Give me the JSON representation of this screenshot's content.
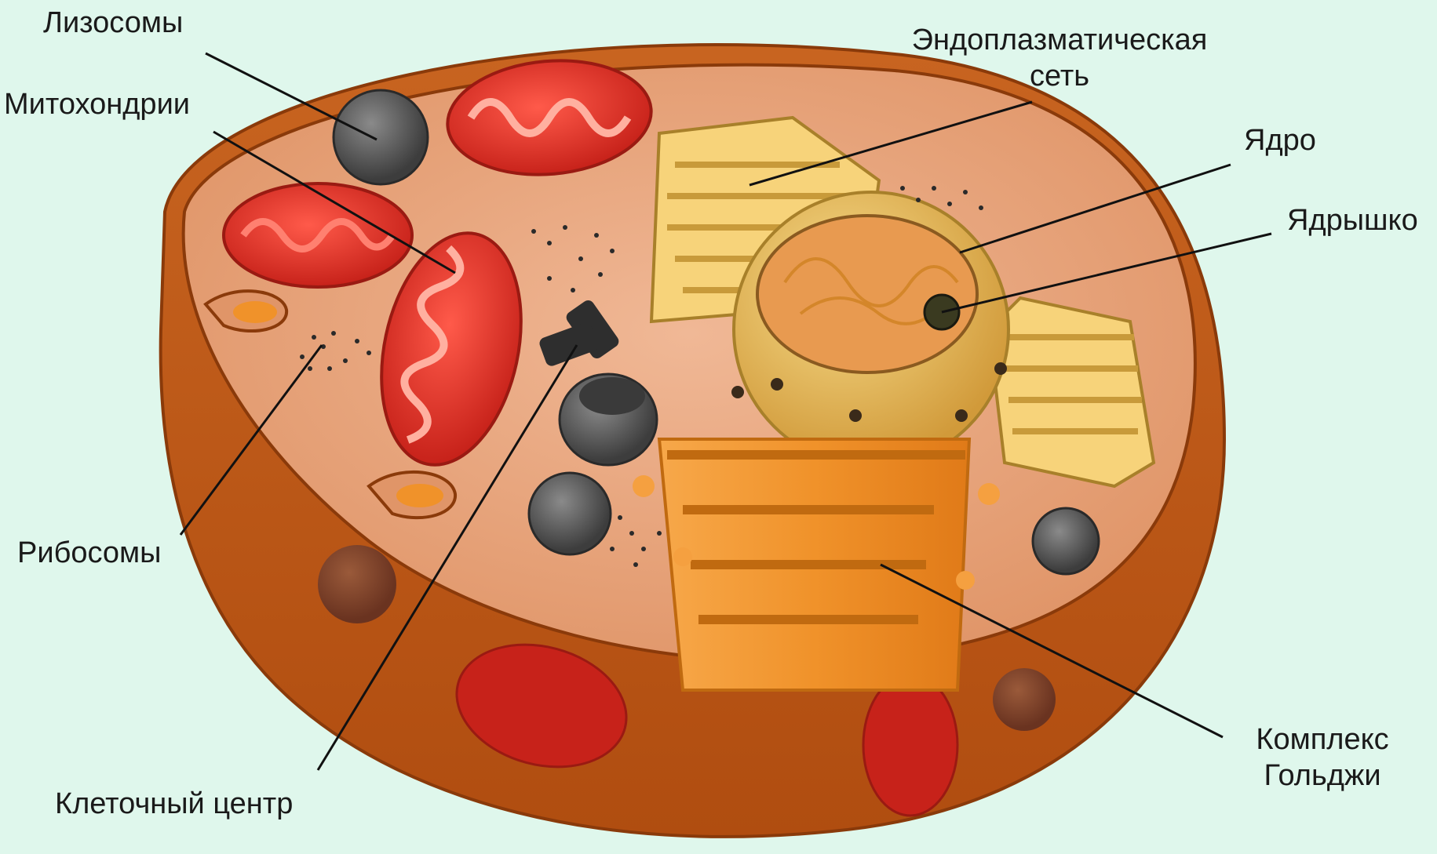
{
  "diagram": {
    "labels": {
      "lysosomes": "Лизосомы",
      "mitochondria": "Митохондрии",
      "ribosomes": "Рибосомы",
      "cell_center": "Клеточный центр",
      "er_line1": "Эндоплазматическая",
      "er_line2": "сеть",
      "nucleus": "Ядро",
      "nucleolus": "Ядрышко",
      "golgi_line1": "Комплекс",
      "golgi_line2": "Гольджи"
    }
  },
  "colors": {
    "background": "#dff7ec",
    "membrane": "#b84f12",
    "cytoplasm": "#e8a07a",
    "mitochondria": "#d9342a",
    "lysosome": "#555555",
    "er": "#f2c65a",
    "nucleus": "#e6b050",
    "golgi": "#f0922a"
  }
}
